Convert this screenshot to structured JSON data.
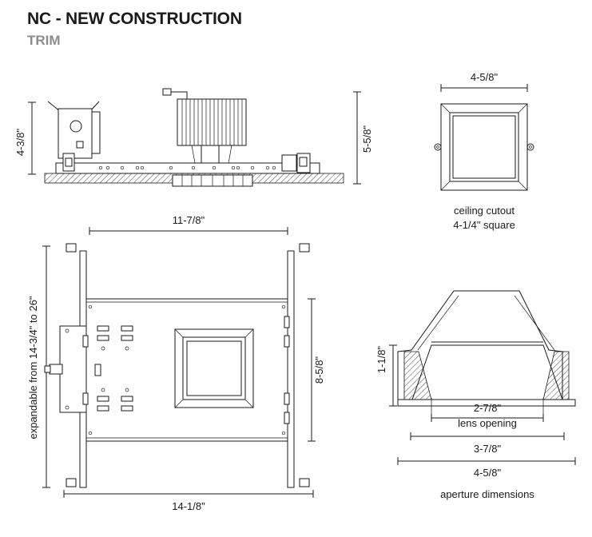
{
  "header": {
    "title": "NC - NEW CONSTRUCTION",
    "subtitle": "TRIM"
  },
  "dimensions": {
    "side_height_left": "4-3/8\"",
    "side_height_right": "5-5/8\"",
    "trim_width_top": "4-5/8\"",
    "plan_width_top": "11-7/8\"",
    "plan_expandable": "expandable from 14-3/4\" to 26\"",
    "plan_depth": "8-5/8\"",
    "plan_width_bottom": "14-1/8\"",
    "section_height": "1-1/8\"",
    "lens_opening_dim": "2-7/8\"",
    "middle_dim": "3-7/8\"",
    "aperture_dim": "4-5/8\""
  },
  "captions": {
    "ceiling_cutout_line1": "ceiling cutout",
    "ceiling_cutout_line2": "4-1/4\" square",
    "lens_opening": "lens opening",
    "aperture_dimensions": "aperture dimensions"
  }
}
